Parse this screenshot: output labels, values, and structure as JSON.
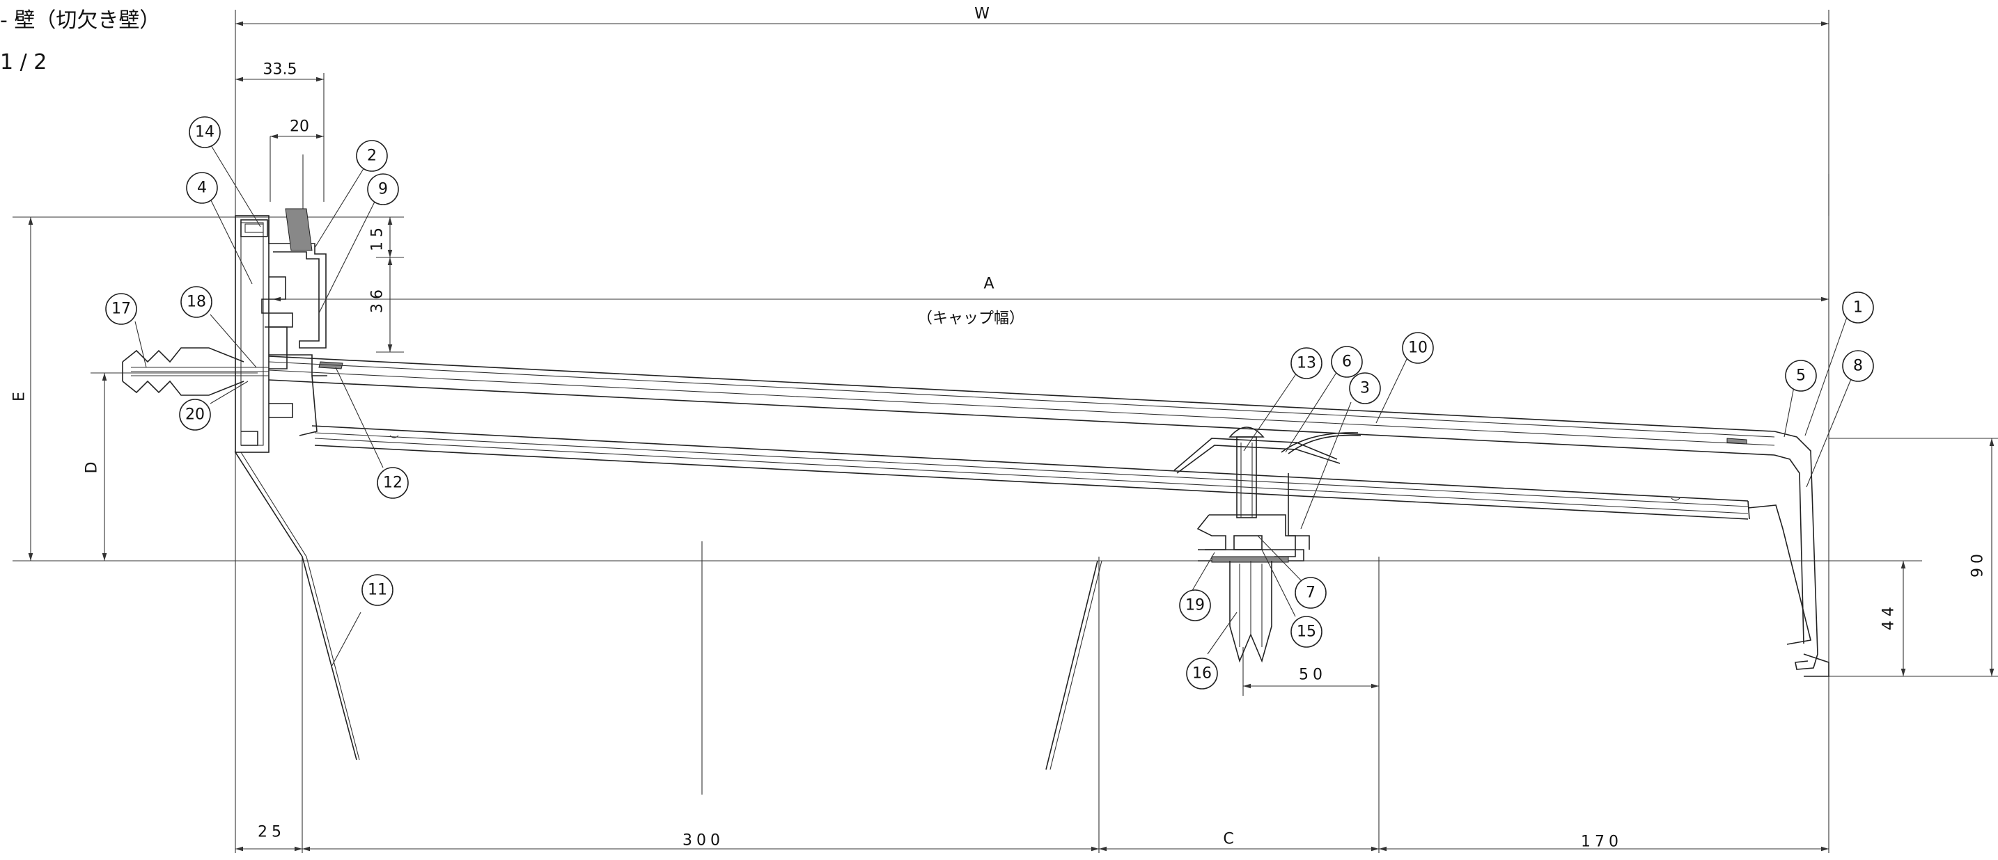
{
  "header": {
    "title": "- 壁（切欠き壁）",
    "page": "1 / 2"
  },
  "dimensions": {
    "w": "W",
    "d335": "33.5",
    "d20": "20",
    "d15": "15",
    "d36": "36",
    "a": "A",
    "a_note": "（キャップ幅）",
    "e": "E",
    "d": "D",
    "d90": "90",
    "d44": "44",
    "d50": "50",
    "d25": "25",
    "d300": "300",
    "c": "C",
    "d170": "170"
  },
  "callouts": [
    "1",
    "2",
    "3",
    "4",
    "5",
    "6",
    "7",
    "8",
    "9",
    "10",
    "11",
    "12",
    "13",
    "14",
    "15",
    "16",
    "17",
    "18",
    "19",
    "20"
  ]
}
